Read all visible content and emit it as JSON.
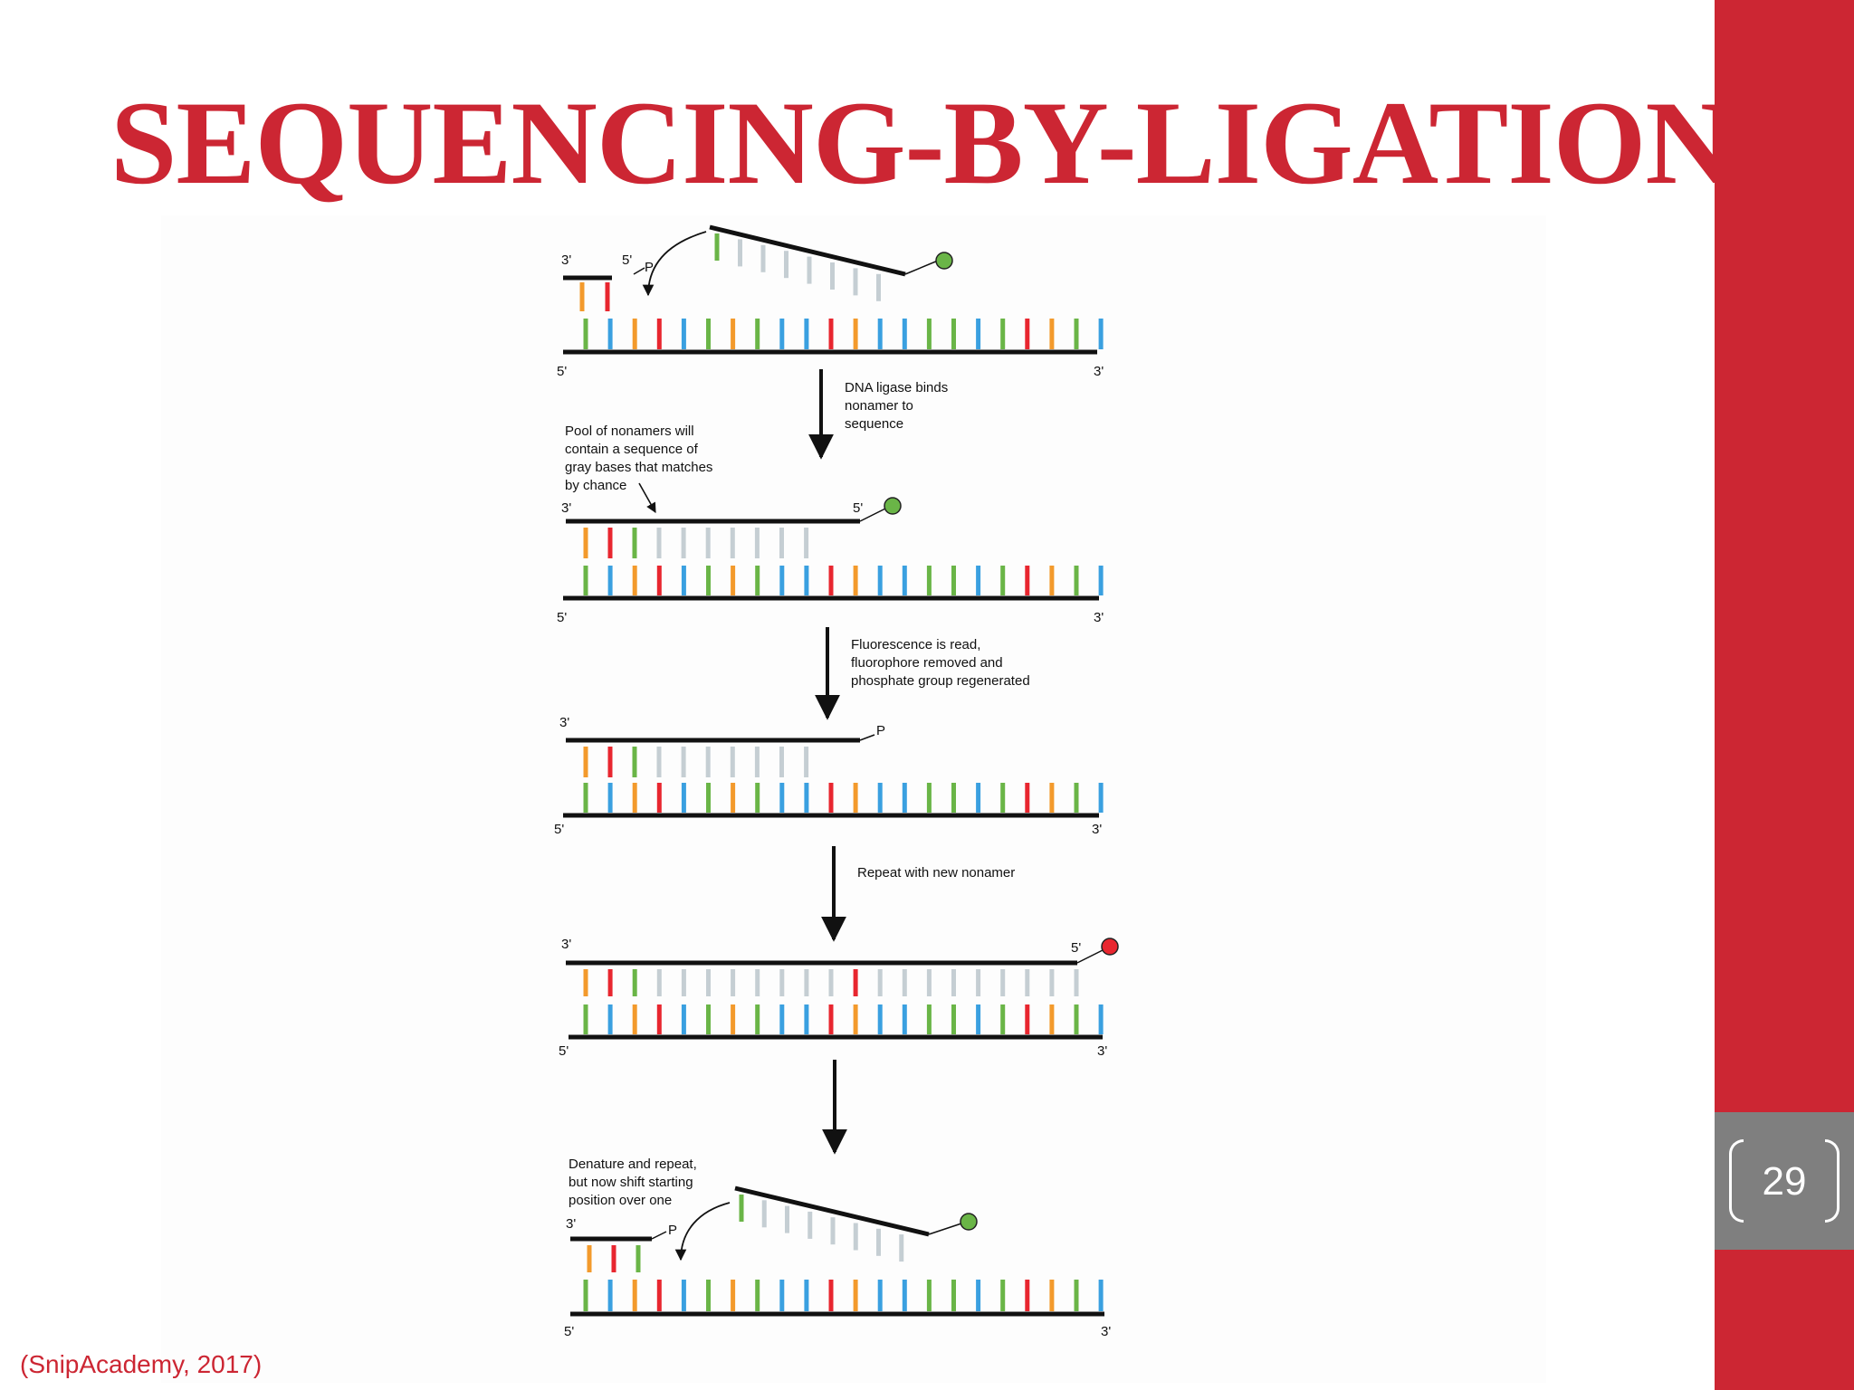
{
  "slide": {
    "title": "SEQUENCING-BY-LIGATION",
    "page_number": "29",
    "citation": "(SnipAcademy, 2017)"
  },
  "colors": {
    "accent": "#cc2633",
    "page_box": "#7f7f7f",
    "base_green": "#6ab547",
    "base_blue": "#3aa0e0",
    "base_orange": "#f39a2c",
    "base_red": "#e8262f",
    "base_gray": "#c5ced3",
    "fluor_green": "#6ab547",
    "fluor_red": "#e8262f"
  },
  "diagram": {
    "template_bases": [
      "g",
      "b",
      "o",
      "r",
      "b",
      "g",
      "o",
      "g",
      "b",
      "b",
      "r",
      "o",
      "b",
      "b",
      "g",
      "g",
      "b",
      "g",
      "r",
      "o",
      "g",
      "b"
    ],
    "step1": {
      "label_3prime": "3'",
      "label_5prime": "5'",
      "label_p": "P",
      "template_5prime": "5'",
      "template_3prime": "3'"
    },
    "arrow1_text": [
      "DNA ligase binds",
      "nonamer to",
      "sequence"
    ],
    "step2": {
      "note": [
        "Pool of nonamers will",
        "contain a sequence of",
        "gray bases that matches",
        "by chance"
      ],
      "label_3prime": "3'",
      "label_5prime": "5'",
      "template_5prime": "5'",
      "template_3prime": "3'"
    },
    "arrow2_text": [
      "Fluorescence is read,",
      "fluorophore removed and",
      "phosphate group regenerated"
    ],
    "step3": {
      "label_3prime": "3'",
      "label_p": "P",
      "template_5prime": "5'",
      "template_3prime": "3'"
    },
    "arrow3_text": [
      "Repeat with new nonamer"
    ],
    "step4": {
      "label_3prime": "3'",
      "label_5prime": "5'",
      "template_5prime": "5'",
      "template_3prime": "3'"
    },
    "step5": {
      "note": [
        "Denature and repeat,",
        "but now shift starting",
        "position over one"
      ],
      "label_3prime": "3'",
      "label_p": "P",
      "template_5prime": "5'",
      "template_3prime": "3'"
    }
  }
}
